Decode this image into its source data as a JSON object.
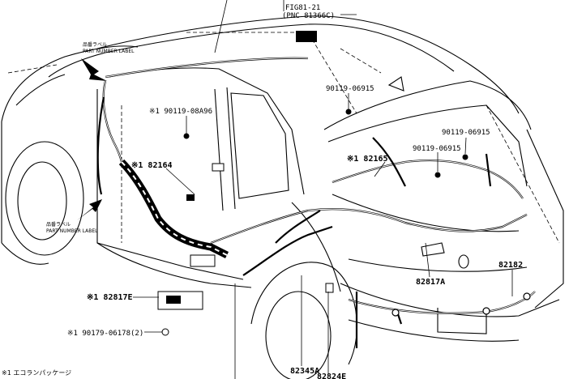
{
  "top_labels": {
    "fig_ref": "FIG81-21",
    "pnc_ref": "(PNC 81366C)"
  },
  "part_number_labels": [
    {
      "jp": "品番ラベル",
      "en": "PART NUMBER LABEL"
    },
    {
      "jp": "品番ラベル",
      "en": "PART NUMBER LABEL"
    }
  ],
  "callouts": {
    "c_900119_08a96": "※1 90119-08A96",
    "c_82164": "※1 82164",
    "c_90119_06915_a": "90119-06915",
    "c_82165": "※1 82165",
    "c_90119_06915_b": "90119-06915",
    "c_90119_06915_c": "90119-06915",
    "c_82817a": "82817A",
    "c_82182": "82182",
    "c_82817e": "※1 82817E",
    "c_90179": "※1 90179-06178(2)",
    "c_82345a": "82345A",
    "c_82824e": "82824E"
  },
  "footnote": "※1 エコランパッケージ"
}
